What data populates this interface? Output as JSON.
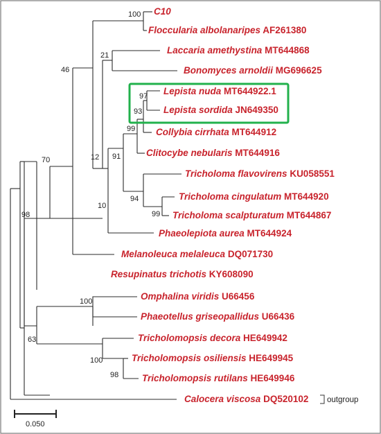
{
  "figure": {
    "taxa": [
      {
        "id": "c10",
        "species": "C10",
        "accession": ""
      },
      {
        "id": "floccularia",
        "species": "Floccularia albolanaripes",
        "accession": "AF261380"
      },
      {
        "id": "laccaria",
        "species": "Laccaria amethystina",
        "accession": "MT644868"
      },
      {
        "id": "bonomyces",
        "species": "Bonomyces arnoldii",
        "accession": "MG696625"
      },
      {
        "id": "lepista-nuda",
        "species": "Lepista nuda",
        "accession": "MT644922.1"
      },
      {
        "id": "lepista-sordida",
        "species": "Lepista sordida",
        "accession": "JN649350"
      },
      {
        "id": "collybia",
        "species": "Collybia cirrhata",
        "accession": "MT644912"
      },
      {
        "id": "clitocybe",
        "species": "Clitocybe nebularis",
        "accession": "MT644916"
      },
      {
        "id": "tricholoma-flavovirens",
        "species": "Tricholoma flavovirens",
        "accession": "KU058551"
      },
      {
        "id": "tricholoma-cingulatum",
        "species": "Tricholoma cingulatum",
        "accession": "MT644920"
      },
      {
        "id": "tricholoma-scalpturatum",
        "species": "Tricholoma scalpturatum",
        "accession": "MT644867"
      },
      {
        "id": "phaeolepiota",
        "species": "Phaeolepiota aurea",
        "accession": "MT644924"
      },
      {
        "id": "melanoleuca",
        "species": "Melanoleuca melaleuca",
        "accession": "DQ071730"
      },
      {
        "id": "resupinatus",
        "species": "Resupinatus trichotis",
        "accession": "KY608090"
      },
      {
        "id": "omphalina",
        "species": "Omphalina viridis",
        "accession": "U66456"
      },
      {
        "id": "phaeotellus",
        "species": "Phaeotellus griseopallidus",
        "accession": "U66436"
      },
      {
        "id": "tricholomopsis-decora",
        "species": "Tricholomopsis decora",
        "accession": "HE649942"
      },
      {
        "id": "tricholomopsis-osiliensis",
        "species": "Tricholomopsis osiliensis",
        "accession": "HE649945"
      },
      {
        "id": "tricholomopsis-rutilans",
        "species": "Tricholomopsis rutilans",
        "accession": "HE649946"
      },
      {
        "id": "calocera",
        "species": "Calocera viscosa",
        "accession": "DQ520102"
      }
    ],
    "bootstrap_values": [
      "100",
      "21",
      "46",
      "97",
      "93",
      "12",
      "99",
      "91",
      "70",
      "94",
      "99",
      "10",
      "98",
      "100",
      "63",
      "100",
      "98"
    ],
    "outgroup_label": "outgroup",
    "scale_bar_label": "0.050",
    "colors": {
      "taxon_text": "#c8232c",
      "highlight_box": "#22b14c",
      "branches": "#2a2a2a"
    }
  }
}
